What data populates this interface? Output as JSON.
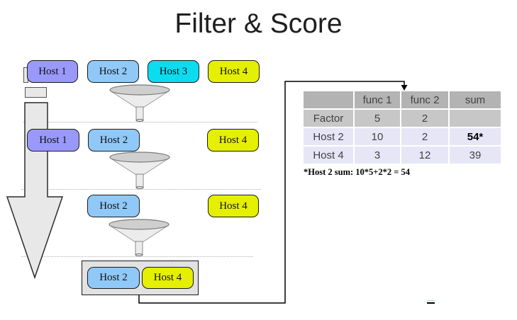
{
  "title": "Filter & Score",
  "colors": {
    "host_purple": "#9999fa",
    "host_blue": "#90c8f8",
    "host_cyan": "#0cdcf0",
    "host_yellow": "#e5ef00"
  },
  "stages": [
    {
      "hosts": [
        "Host 1",
        "Host 2",
        "Host 3",
        "Host 4"
      ]
    },
    {
      "hosts": [
        "Host 1",
        "Host 2",
        "Host 4"
      ]
    },
    {
      "hosts": [
        "Host 2",
        "Host 4"
      ]
    },
    {
      "hosts": [
        "Host 2",
        "Host 4"
      ]
    }
  ],
  "score_table": {
    "headers": [
      "",
      "func 1",
      "func 2",
      "sum"
    ],
    "rows": [
      [
        "Factor",
        "5",
        "2",
        ""
      ],
      [
        "Host 2",
        "10",
        "2",
        "54*"
      ],
      [
        "Host 4",
        "3",
        "12",
        "39"
      ]
    ],
    "footnote": "*Host 2 sum: 10*5+2*2 = 54"
  }
}
